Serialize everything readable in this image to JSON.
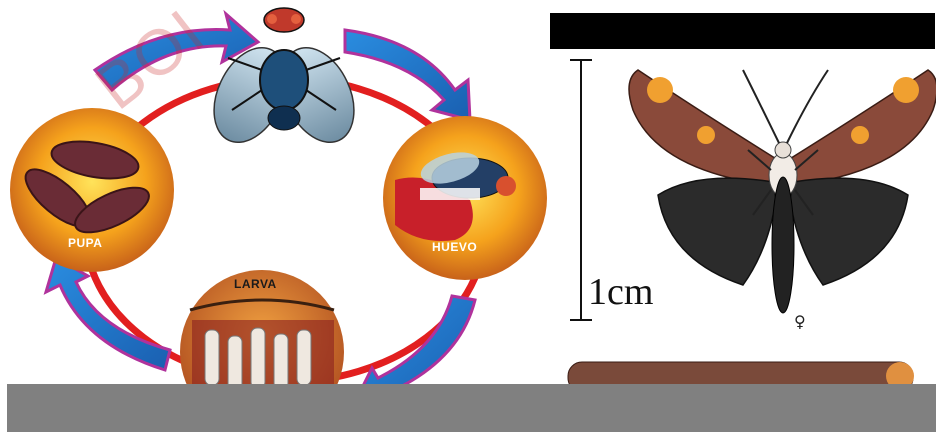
{
  "lifecycle": {
    "stages": {
      "pupa": "PUPA",
      "huevo": "HUEVO",
      "larva": "LARVA"
    },
    "watermark": "BOI"
  },
  "specimen": {
    "scale_label": "1cm",
    "sex_symbol": "♀"
  },
  "colors": {
    "arrow_blue": "#1f7fd0",
    "arrow_purple": "#b0329c",
    "circle_red": "#e02020",
    "stage_orange": "#f0a020",
    "redaction_gray": "#808080"
  }
}
